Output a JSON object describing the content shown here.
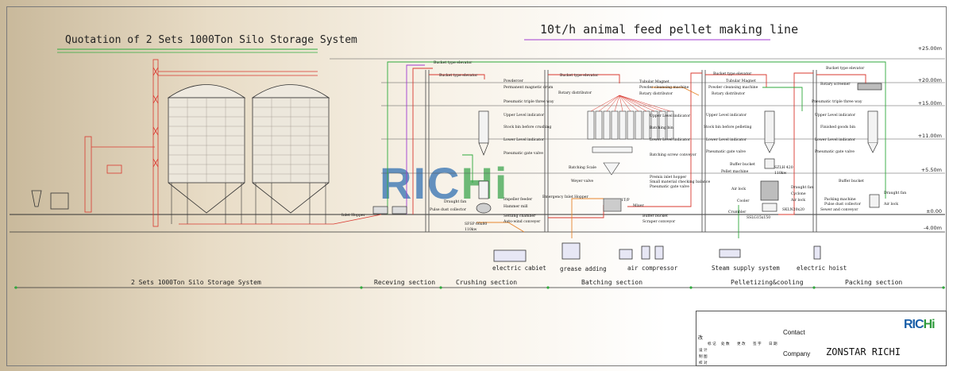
{
  "titles": {
    "left": "Quotation of 2 Sets 1000Ton Silo Storage System",
    "right": "10t/h animal feed pellet making line"
  },
  "levels": [
    "+25.00m",
    "+20.00m",
    "+15.00m",
    "+11.00m",
    "+5.50m",
    "±0.00",
    "-4.00m"
  ],
  "sections": [
    "2 Sets 1000Ton Silo Storage System",
    "Receving section",
    "Crushing section",
    "Batching section",
    "Pelletizing&cooling",
    "Packing section"
  ],
  "equipment_labels": {
    "electric_cabinet": "electric cabiet",
    "grease_adding": "grease adding",
    "air_compressor": "air compressor",
    "steam_supply": "Steam supply system",
    "electric_hoist": "electric hoist"
  },
  "crushing_labels": [
    "Bucket type elevator",
    "Bucket type elevator",
    "Powdercer",
    "Permanent magnetic drum",
    "Pneumatic triple three way",
    "Upper Level indicator",
    "Stock bin before crushing",
    "Lower Level indicator",
    "Pneumatic gate valve",
    "Draught fan",
    "Pulse dust collector",
    "Impeller feeder",
    "Hammer mill",
    "Settling chamber",
    "Auto-wind conveyer",
    "Inlet Hopper",
    "Emergency Inlet Hopper"
  ],
  "batching_labels": [
    "Bucket type elevator",
    "Tubular Magnet",
    "Powder cleansing machine",
    "Rotary distributor",
    "Rotary distributor",
    "Upper Level indicator",
    "Batching bin",
    "Lower Level indicator",
    "Batching screw conveyor",
    "Batching Scale",
    "Weyer valve",
    "Premix inlet hopper",
    "Small material checking balance",
    "Pneumatic gate valve",
    "Mixer",
    "Buffer bucket",
    "Scraper conveyor"
  ],
  "pelletizing_labels": [
    "Bucket type elevator",
    "Tubular Magnet",
    "Powder cleansing machine",
    "Rotary distributor",
    "Upper Level indicator",
    "Stock bin before pelleting",
    "Lower Level indicator",
    "Pneumatic gate valve",
    "Buffer bucket",
    "Pellet machine",
    "Air lock",
    "Cooler",
    "Crumbler",
    "Draught fan",
    "Cyclone",
    "Air lock"
  ],
  "pelletizing_models": [
    "SZLH 420",
    "110kw",
    "SKLN20x20",
    "SSLG15x150"
  ],
  "packing_labels": [
    "Bucket type elevator",
    "Rotary screener",
    "Pneumatic triple three way",
    "Upper Level indicator",
    "Finished goods bin",
    "Lower Level indicator",
    "Pneumatic gate valve",
    "Buffer bucket",
    "Packing machine",
    "Pulse dust collector",
    "Air lock",
    "Sewer and conveyor",
    "Draught fan"
  ],
  "crushing_models": [
    "SFSP 66x80",
    "110kw"
  ],
  "mixer_model": "1T/P",
  "title_block": {
    "contact_label": "Contact",
    "company_label": "Company",
    "company_name": "ZONSTAR RICHI",
    "logo_main": "RIC",
    "logo_accent": "Hi",
    "grid_text": [
      "改",
      "标 记",
      "处 数",
      "更 改",
      "签 字",
      "日 期",
      "设 计",
      "制 图",
      "校 对"
    ]
  },
  "watermark": {
    "main": "RIC",
    "accent": "Hi"
  },
  "colors": {
    "pipe_green": "#2faa3c",
    "pipe_red": "#d9382f",
    "pipe_orange": "#e6862e",
    "pipe_purple": "#a13bd0",
    "frame_gray": "#666666",
    "logo_blue": "#1a5fa8"
  }
}
